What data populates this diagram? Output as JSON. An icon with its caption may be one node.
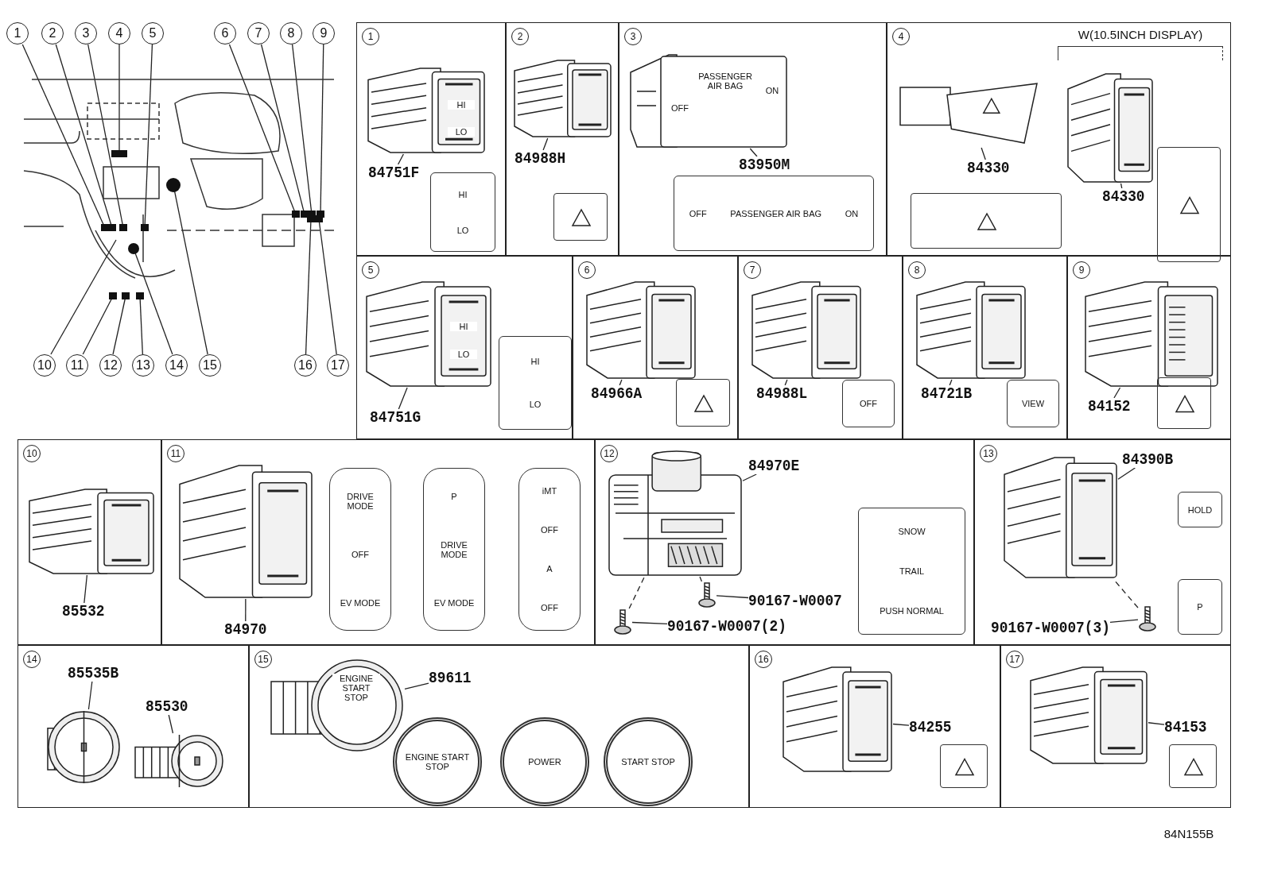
{
  "diagram": {
    "nodes": [
      {
        "text": [
          "1"
        ]
      },
      {
        "text": [
          "2"
        ]
      },
      {
        "text": [
          "3"
        ]
      },
      {
        "text": [
          "4"
        ]
      },
      {
        "text": [
          "5"
        ]
      },
      {
        "text": [
          "6"
        ]
      },
      {
        "text": [
          "7"
        ]
      },
      {
        "text": [
          "8"
        ]
      },
      {
        "text": [
          "9"
        ]
      },
      {
        "text": [
          "10"
        ]
      },
      {
        "text": [
          "11"
        ]
      },
      {
        "text": [
          "12"
        ]
      },
      {
        "text": [
          "13"
        ]
      },
      {
        "text": [
          "14"
        ]
      },
      {
        "text": [
          "15"
        ]
      },
      {
        "text": [
          "16"
        ]
      },
      {
        "text": [
          "17"
        ]
      },
      {
        "text": [
          "1"
        ]
      },
      {
        "text": [
          "84751F"
        ],
        "in": 17
      },
      {
        "text": [],
        "shape": "picture",
        "in": 17
      },
      {
        "text": [
          "HI",
          "LO"
        ],
        "in": 17
      },
      {
        "text": [
          "2"
        ]
      },
      {
        "text": [
          "84988H"
        ],
        "in": 21
      },
      {
        "text": [],
        "shape": "picture",
        "in": 21
      },
      {
        "text": [
          "3"
        ]
      },
      {
        "text": [
          "83950M"
        ],
        "in": 24
      },
      {
        "text": [],
        "shape": "picture",
        "in": 24
      },
      {
        "text": [
          "OFF",
          "PASSENGER AIR BAG",
          "ON"
        ],
        "in": 24
      },
      {
        "text": [
          "4"
        ]
      },
      {
        "text": [
          "84330"
        ],
        "in": 28
      },
      {
        "text": [],
        "shape": "picture",
        "in": 28
      },
      {
        "text": [
          "84330"
        ],
        "in": 28
      },
      {
        "text": [],
        "shape": "picture",
        "in": 28
      },
      {
        "text": [
          "5"
        ]
      },
      {
        "text": [
          "84751G"
        ],
        "in": 33
      },
      {
        "text": [],
        "shape": "picture",
        "in": 33
      },
      {
        "text": [
          "HI",
          "LO"
        ],
        "in": 33
      },
      {
        "text": [
          "6"
        ]
      },
      {
        "text": [
          "84966A"
        ],
        "in": 37
      },
      {
        "text": [],
        "shape": "picture",
        "in": 37
      },
      {
        "text": [
          "7"
        ]
      },
      {
        "text": [
          "84988L"
        ],
        "in": 40
      },
      {
        "text": [],
        "shape": "picture",
        "in": 40
      },
      {
        "text": [
          "OFF"
        ],
        "in": 40
      },
      {
        "text": [
          "8"
        ]
      },
      {
        "text": [
          "84721B"
        ],
        "in": 44
      },
      {
        "text": [],
        "shape": "picture",
        "in": 44
      },
      {
        "text": [
          "VIEW"
        ],
        "in": 44
      },
      {
        "text": [
          "9"
        ]
      },
      {
        "text": [
          "84152"
        ],
        "in": 48
      },
      {
        "text": [],
        "shape": "picture",
        "in": 48
      },
      {
        "text": [
          "10"
        ]
      },
      {
        "text": [
          "85532"
        ],
        "in": 51
      },
      {
        "text": [],
        "shape": "picture",
        "in": 51
      },
      {
        "text": [
          "11"
        ]
      },
      {
        "text": [
          "84970"
        ],
        "in": 54
      },
      {
        "text": [],
        "shape": "picture",
        "in": 54
      },
      {
        "text": [
          "DRIVE MODE",
          "OFF",
          "EV MODE"
        ],
        "in": 54
      },
      {
        "text": [
          "P",
          "DRIVE MODE",
          "EV MODE"
        ],
        "in": 54
      },
      {
        "text": [
          "iMT",
          "OFF",
          "A",
          "OFF"
        ],
        "in": 54
      },
      {
        "text": [
          "12"
        ]
      },
      {
        "text": [
          "84970E"
        ],
        "in": 60
      },
      {
        "text": [],
        "shape": "picture",
        "in": 60
      },
      {
        "text": [
          "90167-W0007"
        ],
        "in": 60
      },
      {
        "text": [],
        "shape": "picture",
        "in": 60
      },
      {
        "text": [
          "90167-W0007(2)"
        ],
        "in": 60
      },
      {
        "text": [],
        "shape": "picture",
        "in": 60
      },
      {
        "text": [
          "SNOW",
          "TRAIL",
          "PUSH NORMAL"
        ],
        "in": 60
      },
      {
        "text": [
          "13"
        ]
      },
      {
        "text": [
          "84390B"
        ],
        "in": 68
      },
      {
        "text": [],
        "shape": "picture",
        "in": 68
      },
      {
        "text": [
          "90167-W0007(3)"
        ],
        "in": 68
      },
      {
        "text": [],
        "shape": "picture",
        "in": 68
      },
      {
        "text": [
          "HOLD"
        ],
        "in": 68
      },
      {
        "text": [
          "P"
        ],
        "in": 68
      },
      {
        "text": [
          "14"
        ]
      },
      {
        "text": [
          "85535B"
        ],
        "in": 75
      },
      {
        "text": [],
        "shape": "picture",
        "in": 75
      },
      {
        "text": [
          "85530"
        ],
        "in": 75
      },
      {
        "text": [],
        "shape": "picture",
        "in": 75
      },
      {
        "text": [
          "15"
        ]
      },
      {
        "text": [
          "89611"
        ],
        "in": 80
      },
      {
        "text": [],
        "shape": "picture",
        "in": 80
      },
      {
        "text": [
          "ENGINE START STOP"
        ],
        "in": 80
      },
      {
        "text": [
          "POWER"
        ],
        "in": 80
      },
      {
        "text": [
          "START STOP"
        ],
        "in": 80
      },
      {
        "text": [
          "16"
        ]
      },
      {
        "text": [
          "84255"
        ],
        "in": 86
      },
      {
        "text": [],
        "shape": "picture",
        "in": 86
      },
      {
        "text": [
          "17"
        ]
      },
      {
        "text": [
          "84153"
        ],
        "in": 89
      },
      {
        "text": [],
        "shape": "picture",
        "in": 89
      }
    ],
    "edges": [
      {
        "from": 0,
        "to": null,
        "arrow": "none"
      },
      {
        "from": 1,
        "to": null,
        "arrow": "none"
      },
      {
        "from": 2,
        "to": null,
        "arrow": "none"
      },
      {
        "from": 3,
        "to": null,
        "arrow": "none"
      },
      {
        "from": 4,
        "to": null,
        "arrow": "none"
      },
      {
        "from": 5,
        "to": null,
        "arrow": "none"
      },
      {
        "from": 6,
        "to": null,
        "arrow": "none"
      },
      {
        "from": 7,
        "to": null,
        "arrow": "none"
      },
      {
        "from": 8,
        "to": null,
        "arrow": "none"
      },
      {
        "from": 9,
        "to": null,
        "arrow": "none"
      },
      {
        "from": 10,
        "to": null,
        "arrow": "none"
      },
      {
        "from": 11,
        "to": null,
        "arrow": "none"
      },
      {
        "from": 12,
        "to": null,
        "arrow": "none"
      },
      {
        "from": 13,
        "to": null,
        "arrow": "none"
      },
      {
        "from": 14,
        "to": null,
        "arrow": "none"
      },
      {
        "from": 15,
        "to": null,
        "arrow": "none"
      },
      {
        "from": 16,
        "to": null,
        "arrow": "none"
      },
      {
        "from": 18,
        "to": 19,
        "arrow": "none"
      },
      {
        "from": 22,
        "to": 23,
        "arrow": "none"
      },
      {
        "from": 25,
        "to": 26,
        "arrow": "none"
      },
      {
        "from": 29,
        "to": 30,
        "arrow": "none"
      },
      {
        "from": 31,
        "to": 32,
        "arrow": "none"
      },
      {
        "from": 34,
        "to": 35,
        "arrow": "none"
      },
      {
        "from": 38,
        "to": 39,
        "arrow": "none"
      },
      {
        "from": 41,
        "to": 42,
        "arrow": "none"
      },
      {
        "from": 45,
        "to": 46,
        "arrow": "none"
      },
      {
        "from": 49,
        "to": 50,
        "arrow": "none"
      },
      {
        "from": 52,
        "to": 53,
        "arrow": "none"
      },
      {
        "from": 55,
        "to": 56,
        "arrow": "none"
      },
      {
        "from": 61,
        "to": 62,
        "arrow": "none"
      },
      {
        "from": 63,
        "to": 64,
        "arrow": "none"
      },
      {
        "from": 65,
        "to": 66,
        "arrow": "none"
      },
      {
        "from": 64,
        "to": 62,
        "arrow": "none",
        "style": "dashed"
      },
      {
        "from": 66,
        "to": 62,
        "arrow": "none",
        "style": "dashed"
      },
      {
        "from": 69,
        "to": 70,
        "arrow": "none"
      },
      {
        "from": 71,
        "to": 72,
        "arrow": "none"
      },
      {
        "from": 72,
        "to": 70,
        "arrow": "none",
        "style": "dashed"
      },
      {
        "from": 76,
        "to": 77,
        "arrow": "none"
      },
      {
        "from": 78,
        "to": 79,
        "arrow": "none"
      },
      {
        "from": 81,
        "to": 82,
        "arrow": "none"
      },
      {
        "from": 87,
        "to": 88,
        "arrow": "none"
      },
      {
        "from": 90,
        "to": 91,
        "arrow": "none"
      }
    ],
    "labels": [
      "W(10.5INCH DISPLAY)",
      "HI",
      "LO",
      "OFF",
      "PASSENGER AIR BAG",
      "ON",
      "HI",
      "LO",
      "ENGINE START STOP",
      "84N155B"
    ]
  }
}
